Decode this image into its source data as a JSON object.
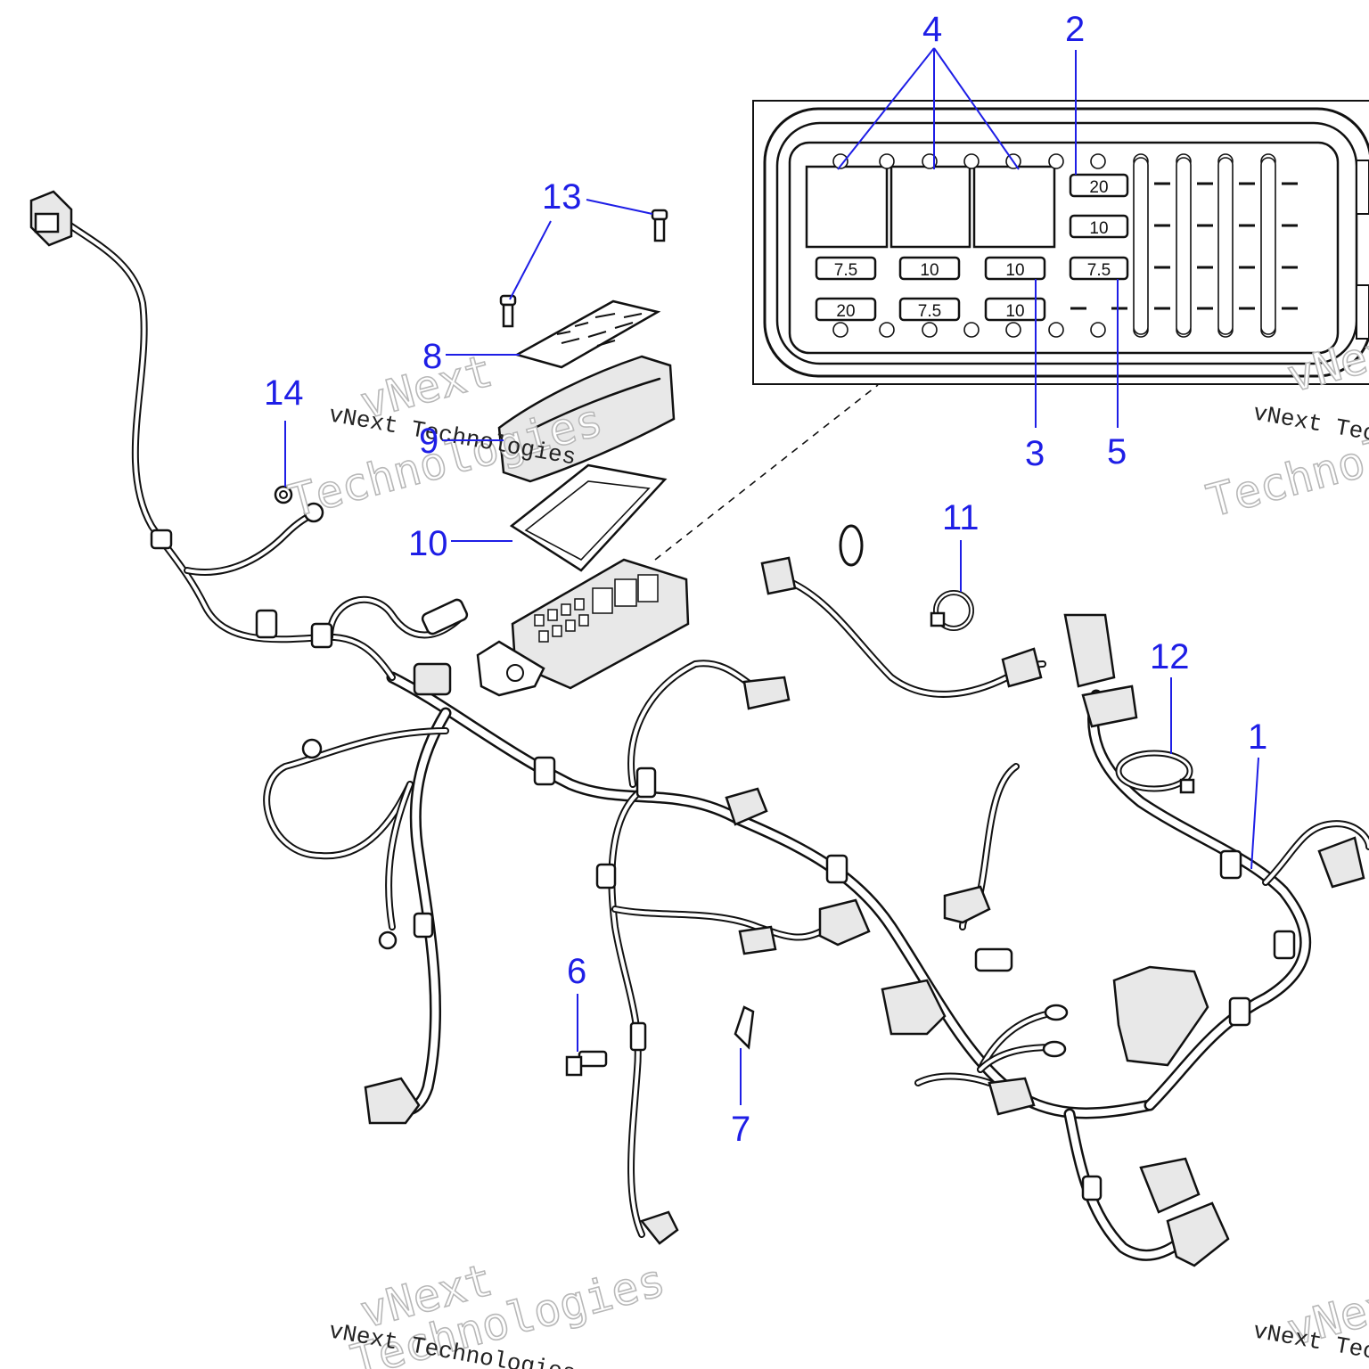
{
  "callouts": {
    "c1": "1",
    "c2": "2",
    "c3": "3",
    "c4": "4",
    "c5": "5",
    "c6": "6",
    "c7": "7",
    "c8": "8",
    "c9": "9",
    "c10": "10",
    "c11": "11",
    "c12": "12",
    "c13": "13",
    "c14": "14"
  },
  "fuse_box_inset": {
    "fuses": [
      "20",
      "10",
      "7.5",
      "10",
      "10",
      "20",
      "7.5",
      "10",
      "7.5"
    ]
  },
  "watermark": {
    "brand_big": "vNext",
    "brand_big_2": "Technologies",
    "brand_small": "vNext Technologies"
  }
}
